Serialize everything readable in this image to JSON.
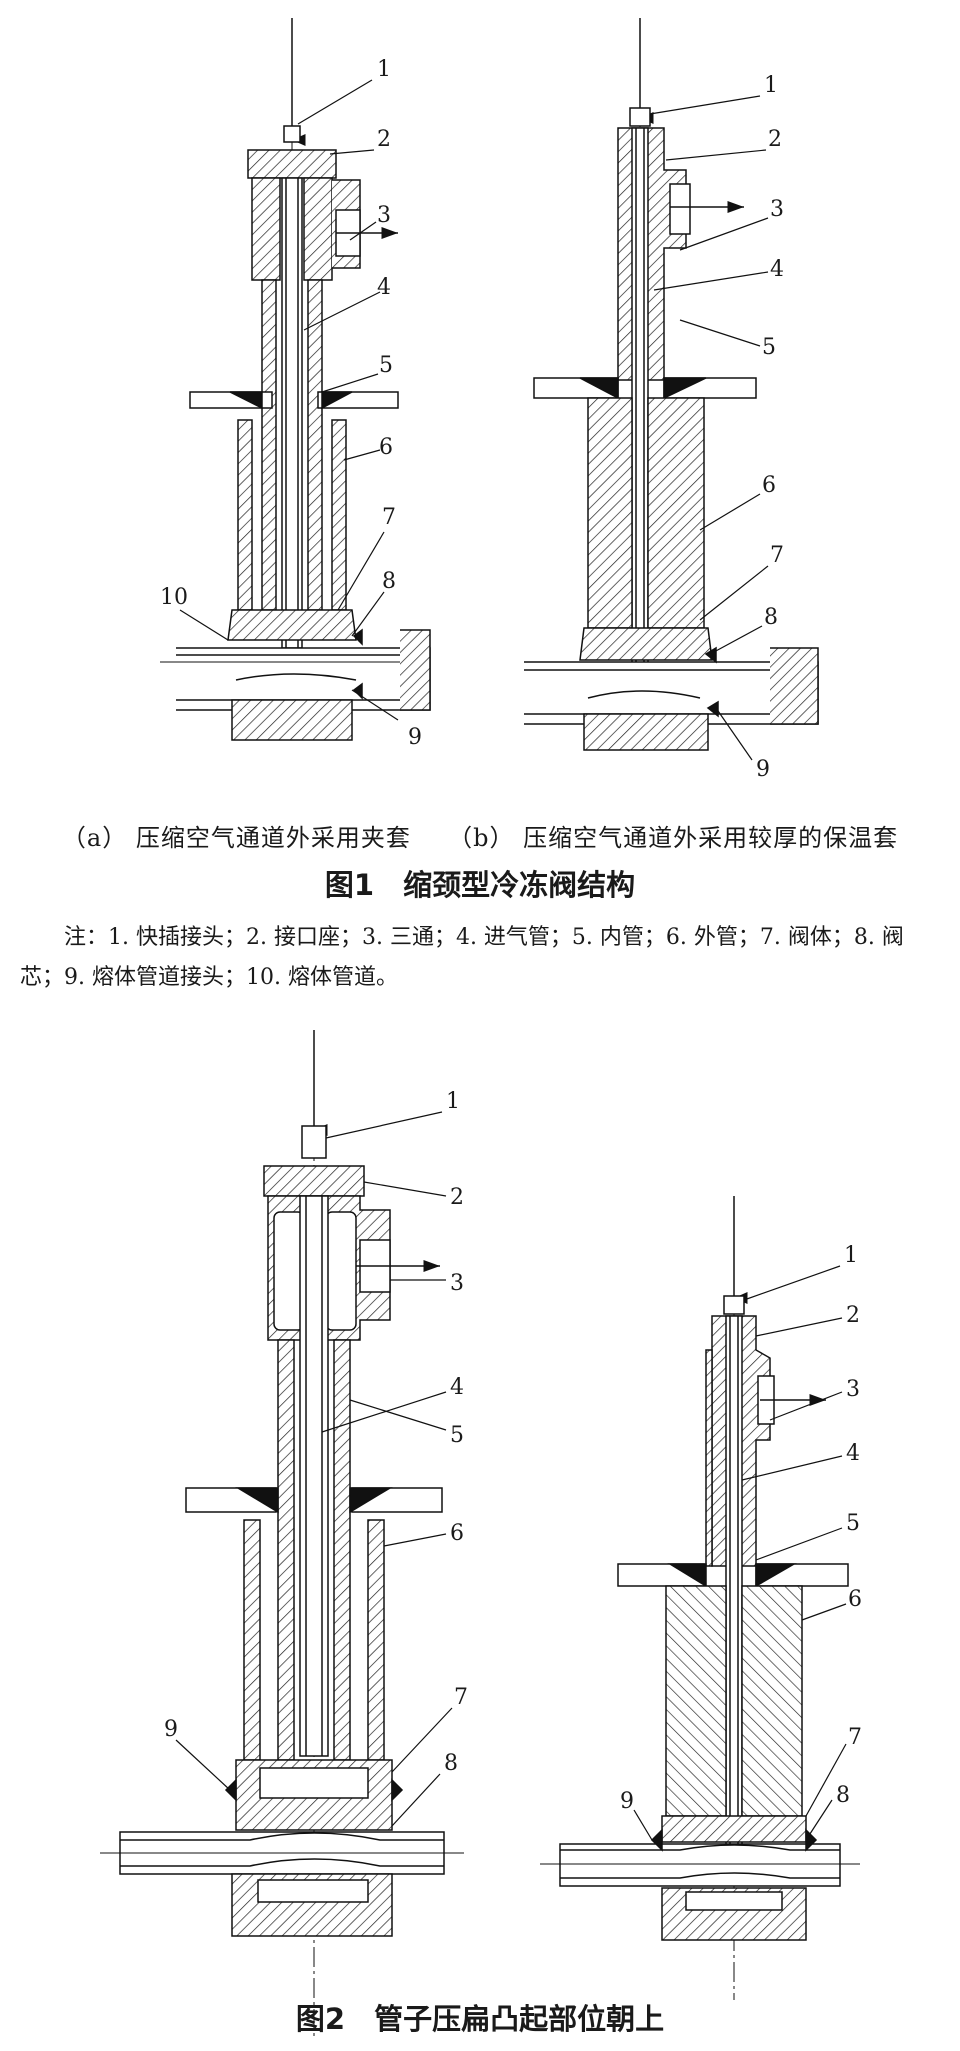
{
  "figure1": {
    "subcaption_a": "（a） 压缩空气通道外采用夹套",
    "subcaption_b": "（b） 压缩空气通道外采用较厚的保温套",
    "caption": "图1　缩颈型冷冻阀结构",
    "note": "注：1. 快插接头；2. 接口座；3. 三通；4. 进气管；5. 内管；6. 外管；7. 阀体；8. 阀芯；9. 熔体管道接头；10. 熔体管道。",
    "labels_a": [
      "1",
      "2",
      "3",
      "4",
      "5",
      "6",
      "7",
      "8",
      "9",
      "10"
    ],
    "labels_b": [
      "1",
      "2",
      "3",
      "4",
      "5",
      "6",
      "7",
      "8",
      "9"
    ]
  },
  "figure2": {
    "caption": "图2　管子压扁凸起部位朝上",
    "labels_left": [
      "1",
      "2",
      "3",
      "4",
      "5",
      "6",
      "7",
      "8",
      "9"
    ],
    "labels_right": [
      "1",
      "2",
      "3",
      "4",
      "5",
      "6",
      "7",
      "8",
      "9"
    ]
  }
}
